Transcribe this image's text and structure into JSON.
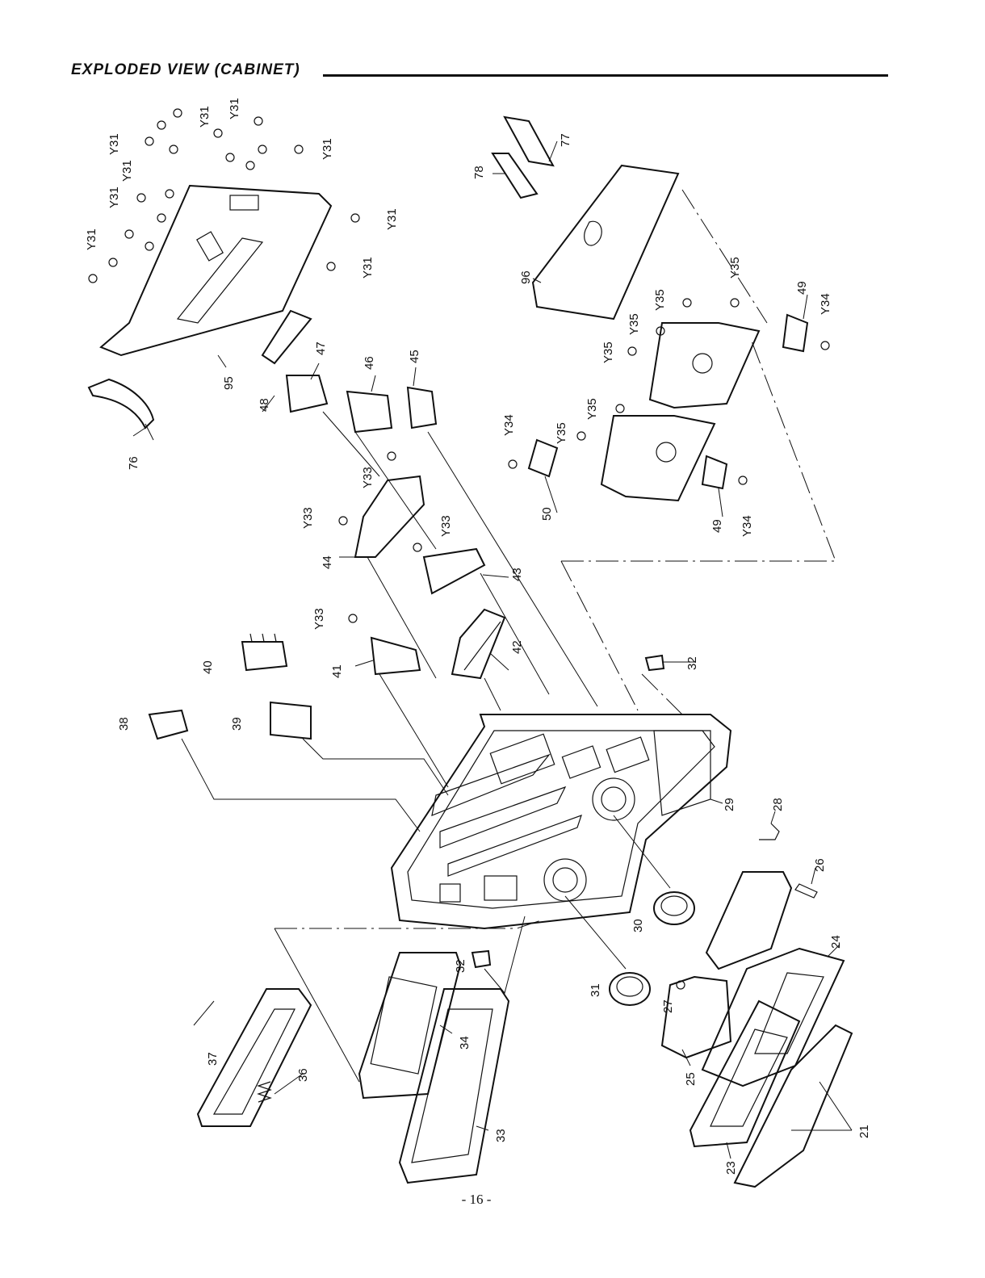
{
  "header": {
    "title": "EXPLODED VIEW (CABINET)"
  },
  "footer": {
    "page_number": "- 16 -"
  },
  "labels": {
    "p21": "21",
    "p23": "23",
    "p24": "24",
    "p25": "25",
    "p26": "26",
    "p27": "27",
    "p28": "28",
    "p29": "29",
    "p30": "30",
    "p31": "31",
    "p32a": "32",
    "p32b": "32",
    "p33": "33",
    "p34": "34",
    "p36": "36",
    "p37": "37",
    "p38": "38",
    "p39": "39",
    "p40": "40",
    "p41": "41",
    "p42": "42",
    "p43": "43",
    "p44": "44",
    "p45": "45",
    "p46": "46",
    "p47": "47",
    "p48": "48",
    "p49a": "49",
    "p49b": "49",
    "p50": "50",
    "p76": "76",
    "p77": "77",
    "p78": "78",
    "p95": "95",
    "p96": "96",
    "y31a": "Y31",
    "y31b": "Y31",
    "y31c": "Y31",
    "y31d": "Y31",
    "y31e": "Y31",
    "y31f": "Y31",
    "y31g": "Y31",
    "y31h": "Y31",
    "y31i": "Y31",
    "y33a": "Y33",
    "y33b": "Y33",
    "y33c": "Y33",
    "y33d": "Y33",
    "y34a": "Y34",
    "y34b": "Y34",
    "y34c": "Y34",
    "y35a": "Y35",
    "y35b": "Y35",
    "y35c": "Y35",
    "y35d": "Y35",
    "y35e": "Y35",
    "y35f": "Y35"
  }
}
